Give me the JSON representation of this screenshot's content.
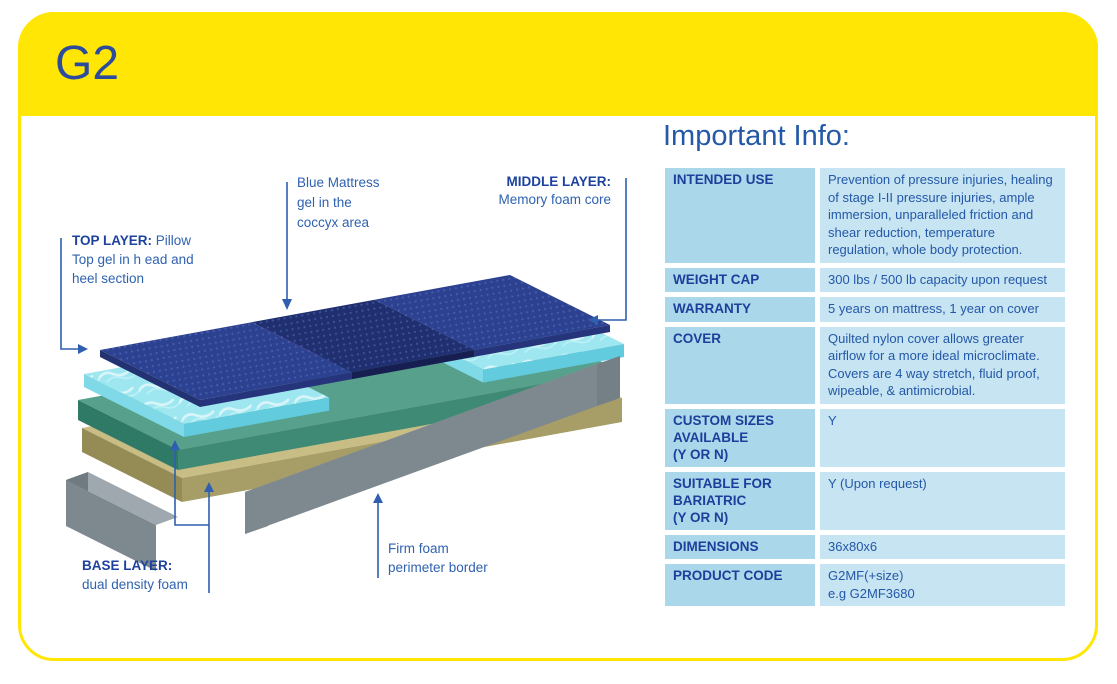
{
  "header": {
    "title": "G2"
  },
  "colors": {
    "brand_yellow": "#FFE605",
    "heading_blue": "#2B4C9E",
    "info_title_blue": "#2359A8",
    "table_label_bg": "#ABD7EA",
    "table_value_bg": "#C6E4F2",
    "table_label_text": "#1C3F9B",
    "table_value_text": "#2458A8",
    "annotation_blue": "#2F62B0",
    "quilt_top_blue": "#2C4190",
    "coccyx_gel_navy": "#202F6F",
    "gel_cyan": "#9FE7F0",
    "memory_foam_green": "#57A18C",
    "base_foam_olive": "#C8BD85",
    "border_foam_gray": "#9FA8AE"
  },
  "diagram": {
    "labels": {
      "coccyx": [
        "Blue Mattress",
        "gel in the",
        "coccyx area"
      ],
      "top_layer": {
        "prefix": "TOP LAYER:",
        "rest": " Pillow",
        "lines": [
          "Top gel in h ead and",
          "heel section"
        ]
      },
      "middle_layer": {
        "prefix": "MIDDLE LAYER:",
        "lines": [
          "Memory foam core"
        ]
      },
      "base_layer": {
        "prefix": "BASE LAYER:",
        "lines": [
          "dual density foam"
        ]
      },
      "firm_foam": [
        "Firm foam",
        "perimeter border"
      ]
    }
  },
  "info": {
    "title": "Important Info:",
    "rows": [
      {
        "label": "INTENDED USE",
        "value": "Prevention of pressure injuries, healing of stage I-II pressure injuries, ample immersion, unparalleled friction and shear reduction, temperature regulation, whole body protection."
      },
      {
        "label": "WEIGHT CAP",
        "value": "300 lbs / 500 lb capacity upon request"
      },
      {
        "label": "WARRANTY",
        "value": "5 years on mattress, 1 year on cover"
      },
      {
        "label": "COVER",
        "value": "Quilted nylon cover allows greater airflow for a more ideal microclimate. Covers are 4 way stretch, fluid proof, wipeable, & antimicrobial."
      },
      {
        "label": "CUSTOM SIZES\nAVAILABLE\n(Y OR N)",
        "value": "Y"
      },
      {
        "label": "SUITABLE FOR\nBARIATRIC\n(Y OR N)",
        "value": "Y (Upon request)"
      },
      {
        "label": "DIMENSIONS",
        "value": "36x80x6"
      },
      {
        "label": "PRODUCT CODE",
        "value": "G2MF(+size)\ne.g G2MF3680"
      }
    ]
  }
}
